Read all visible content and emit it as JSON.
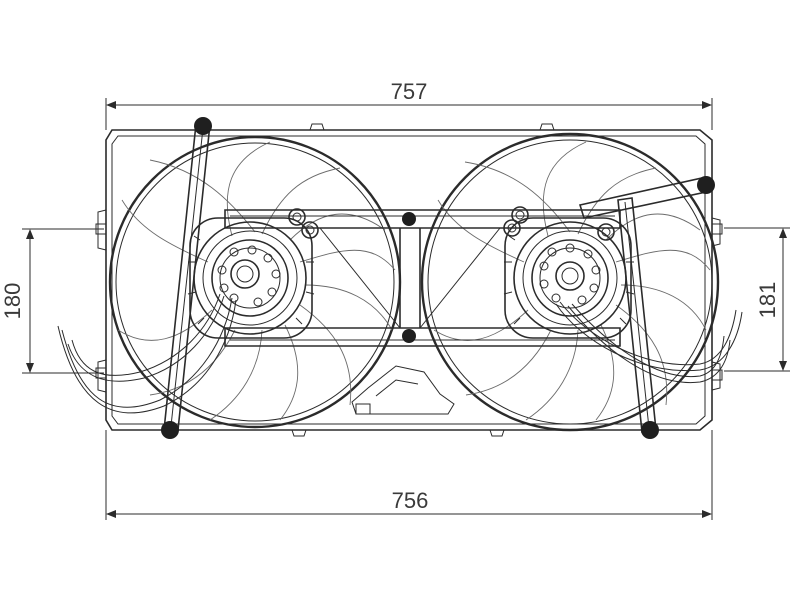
{
  "dimensions": {
    "top_width": "757",
    "bottom_width": "756",
    "left_height": "180",
    "right_height": "181"
  },
  "colors": {
    "line": "#2b2b2b",
    "dimension": "#3a3a3a",
    "bolt": "#1f1f1f",
    "background": "#ffffff"
  }
}
